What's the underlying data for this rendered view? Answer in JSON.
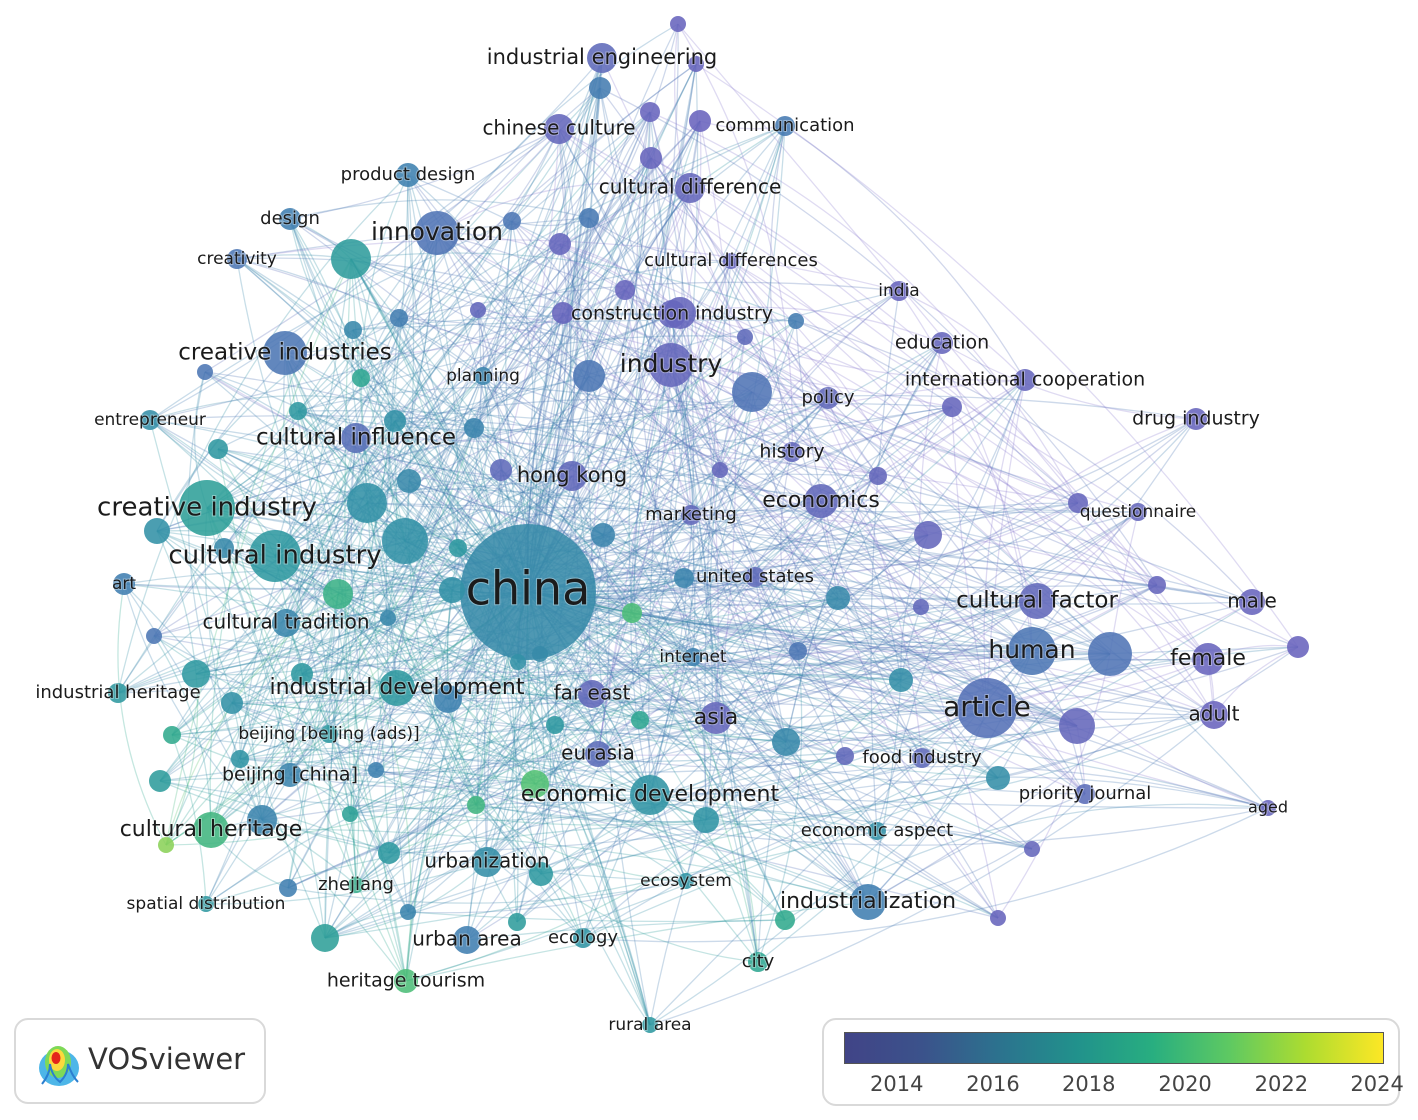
{
  "legend": {
    "ticks": [
      "2014",
      "2016",
      "2018",
      "2020",
      "2022",
      "2024"
    ],
    "range": [
      2013.5,
      2024.7
    ]
  },
  "brand": {
    "name": "VOSviewer"
  },
  "terms": [
    "china",
    "creative industry",
    "cultural industry",
    "innovation",
    "industry",
    "creative industries",
    "cultural influence",
    "industrial development",
    "article",
    "human",
    "cultural factor",
    "economic development",
    "industrialization",
    "cultural heritage",
    "economics",
    "female",
    "male",
    "adult",
    "asia",
    "hong kong",
    "cultural tradition",
    "industrial engineering",
    "chinese culture",
    "cultural difference",
    "communication",
    "product design",
    "design",
    "creativity",
    "cultural differences",
    "construction industry",
    "india",
    "education",
    "international cooperation",
    "policy",
    "planning",
    "entrepreneur",
    "drug industry",
    "history",
    "marketing",
    "questionnaire",
    "united states",
    "art",
    "internet",
    "far east",
    "industrial heritage",
    "beijing [beijing (ads)]",
    "beijing [china]",
    "eurasia",
    "food industry",
    "priority journal",
    "aged",
    "economic aspect",
    "urbanization",
    "zhejiang",
    "ecosystem",
    "spatial distribution",
    "urban area",
    "ecology",
    "city",
    "heritage tourism",
    "rural area"
  ]
}
